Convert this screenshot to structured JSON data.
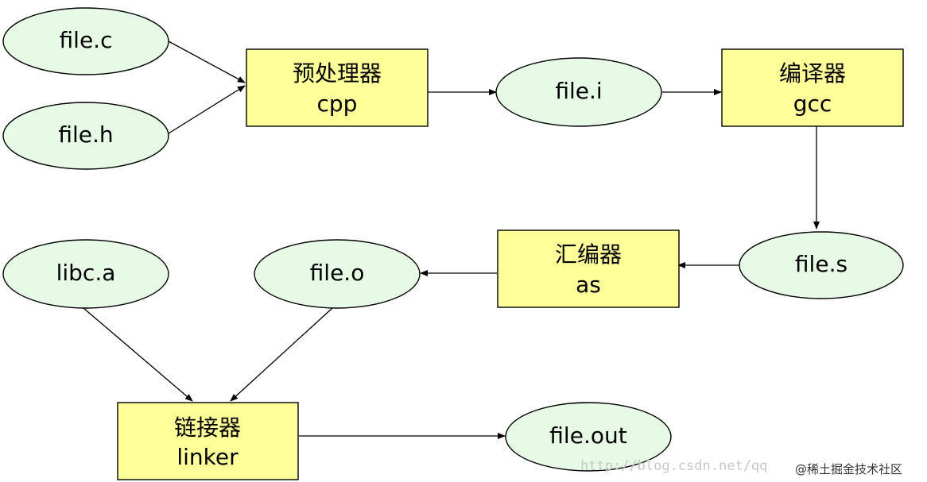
{
  "nodes": {
    "file_c": "file.c",
    "file_h": "file.h",
    "preprocessor": {
      "name": "预处理器",
      "cmd": "cpp"
    },
    "file_i": "file.i",
    "compiler": {
      "name": "编译器",
      "cmd": "gcc"
    },
    "file_s": "file.s",
    "assembler": {
      "name": "汇编器",
      "cmd": "as"
    },
    "file_o": "file.o",
    "libc_a": "libc.a",
    "linker": {
      "name": "链接器",
      "cmd": "linker"
    },
    "file_out": "file.out"
  },
  "watermark": {
    "url": "http://blog.csdn.net/qq",
    "credit": "@稀土掘金技术社区"
  },
  "colors": {
    "ellipse_fill": "#e6fae6",
    "box_fill": "#ffff99",
    "stroke": "#000000"
  }
}
